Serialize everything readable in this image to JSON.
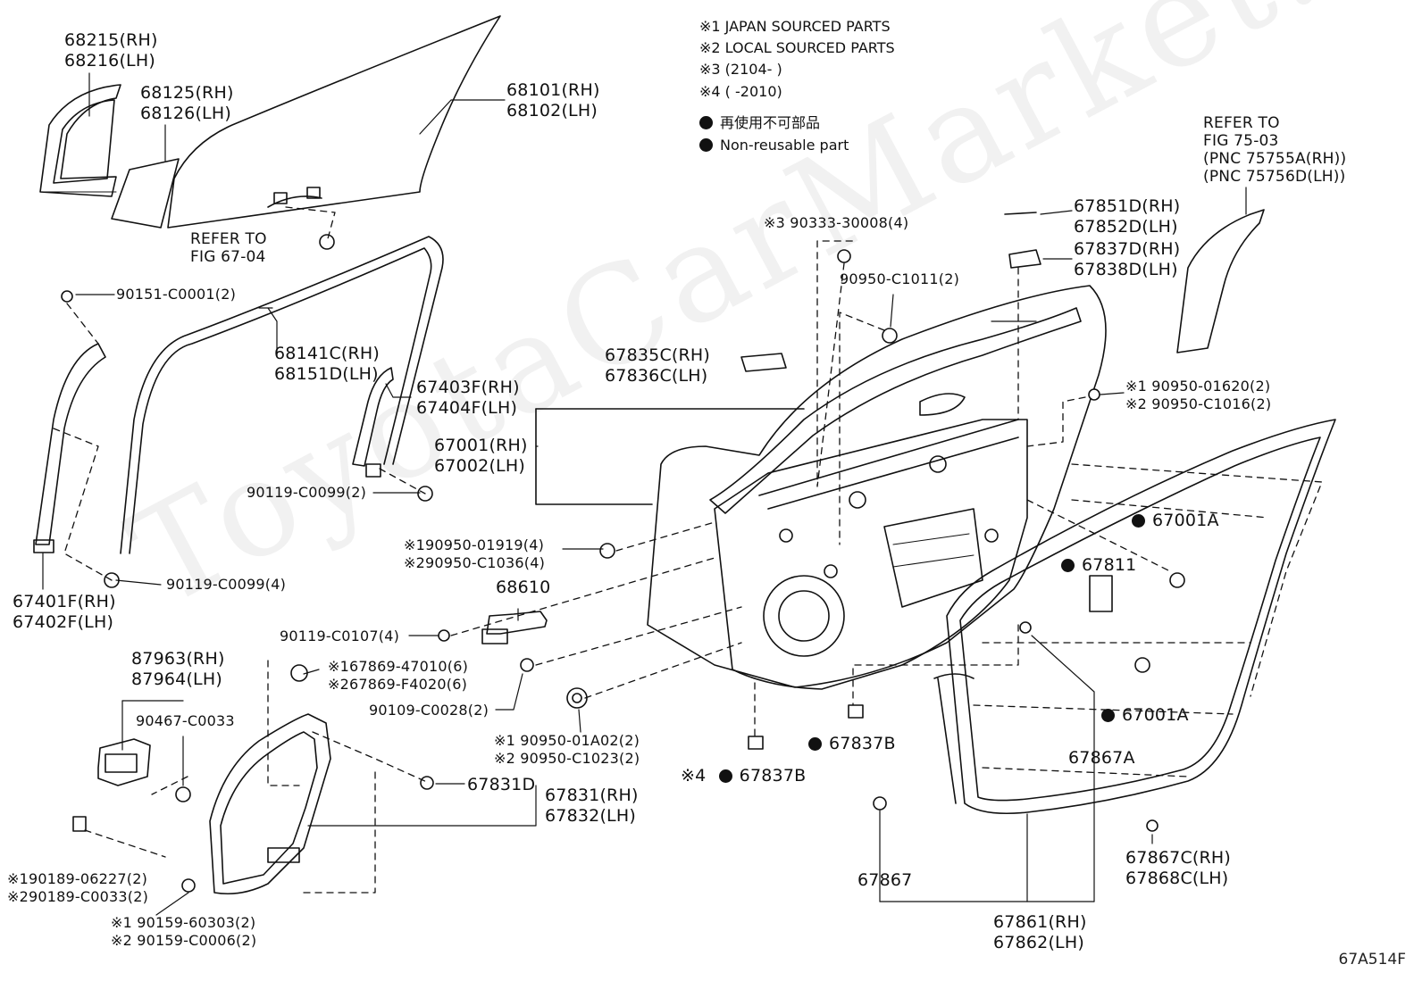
{
  "legend": {
    "note1": "※1 JAPAN SOURCED PARTS",
    "note2": "※2 LOCAL SOURCED PARTS",
    "note3": "※3 (2104-      )",
    "note4": "※4 (      -2010)",
    "nonreusable_jp": "再使用不可部品",
    "nonreusable_en": "Non-reusable part"
  },
  "refer_1": {
    "line1": "REFER TO",
    "line2": "FIG 75-03",
    "line3": "(PNC 75755A(RH))",
    "line4": "(PNC 75756D(LH))"
  },
  "refer_2": {
    "line1": "REFER TO",
    "line2": "FIG 67-04"
  },
  "labels": {
    "p68215": "68215(RH)",
    "p68216": "68216(LH)",
    "p68125": "68125(RH)",
    "p68126": "68126(LH)",
    "p68101": "68101(RH)",
    "p68102": "68102(LH)",
    "p90151": "90151-C0001(2)",
    "p68141": "68141C(RH)",
    "p68151": "68151D(LH)",
    "p67403": "67403F(RH)",
    "p67404": "67404F(LH)",
    "p90119a": "90119-C0099(2)",
    "p67401": "67401F(RH)",
    "p67402": "67402F(LH)",
    "p90119b": "90119-C0099(4)",
    "p90333": "※3 90333-30008(4)",
    "p90950c1011": "90950-C1011(2)",
    "p67851": "67851D(RH)",
    "p67852": "67852D(LH)",
    "p67837d": "67837D(RH)",
    "p67838d": "67838D(LH)",
    "p67835": "67835C(RH)",
    "p67836": "67836C(LH)",
    "p67001": "67001(RH)",
    "p67002": "67002(LH)",
    "p90950_01620": "※1 90950-01620(2)",
    "p90950_c1016": "※2 90950-C1016(2)",
    "p90950_01919": "※190950-01919(4)",
    "p90950_c1036": "※290950-C1036(4)",
    "p68610": "68610",
    "p67001a_1": "67001A",
    "p67811": "67811",
    "p67001a_2": "67001A",
    "p90119c": "90119-C0107(4)",
    "p67869a": "※167869-47010(6)",
    "p67869b": "※267869-F4020(6)",
    "p90109": "90109-C0028(2)",
    "p90950_01a02": "※1 90950-01A02(2)",
    "p90950_c1023": "※2 90950-C1023(2)",
    "p87963": "87963(RH)",
    "p87964": "87964(LH)",
    "p90467": "90467-C0033",
    "p67831d": "67831D",
    "p67831": "67831(RH)",
    "p67832": "67832(LH)",
    "p67837b_1": "67837B",
    "p67837b_2_prefix": "※4",
    "p67837b_2": "67837B",
    "p67867a": "67867A",
    "p67867": "67867",
    "p67867c": "67867C(RH)",
    "p67868c": "67868C(LH)",
    "p67861": "67861(RH)",
    "p67862": "67862(LH)",
    "p90189a": "※190189-06227(2)",
    "p90189b": "※290189-C0033(2)",
    "p90159a": "※1 90159-60303(2)",
    "p90159b": "※2 90159-C0006(2)"
  },
  "watermark": "ToyotaCarMarket.ru",
  "diagram_code": "67A514F"
}
